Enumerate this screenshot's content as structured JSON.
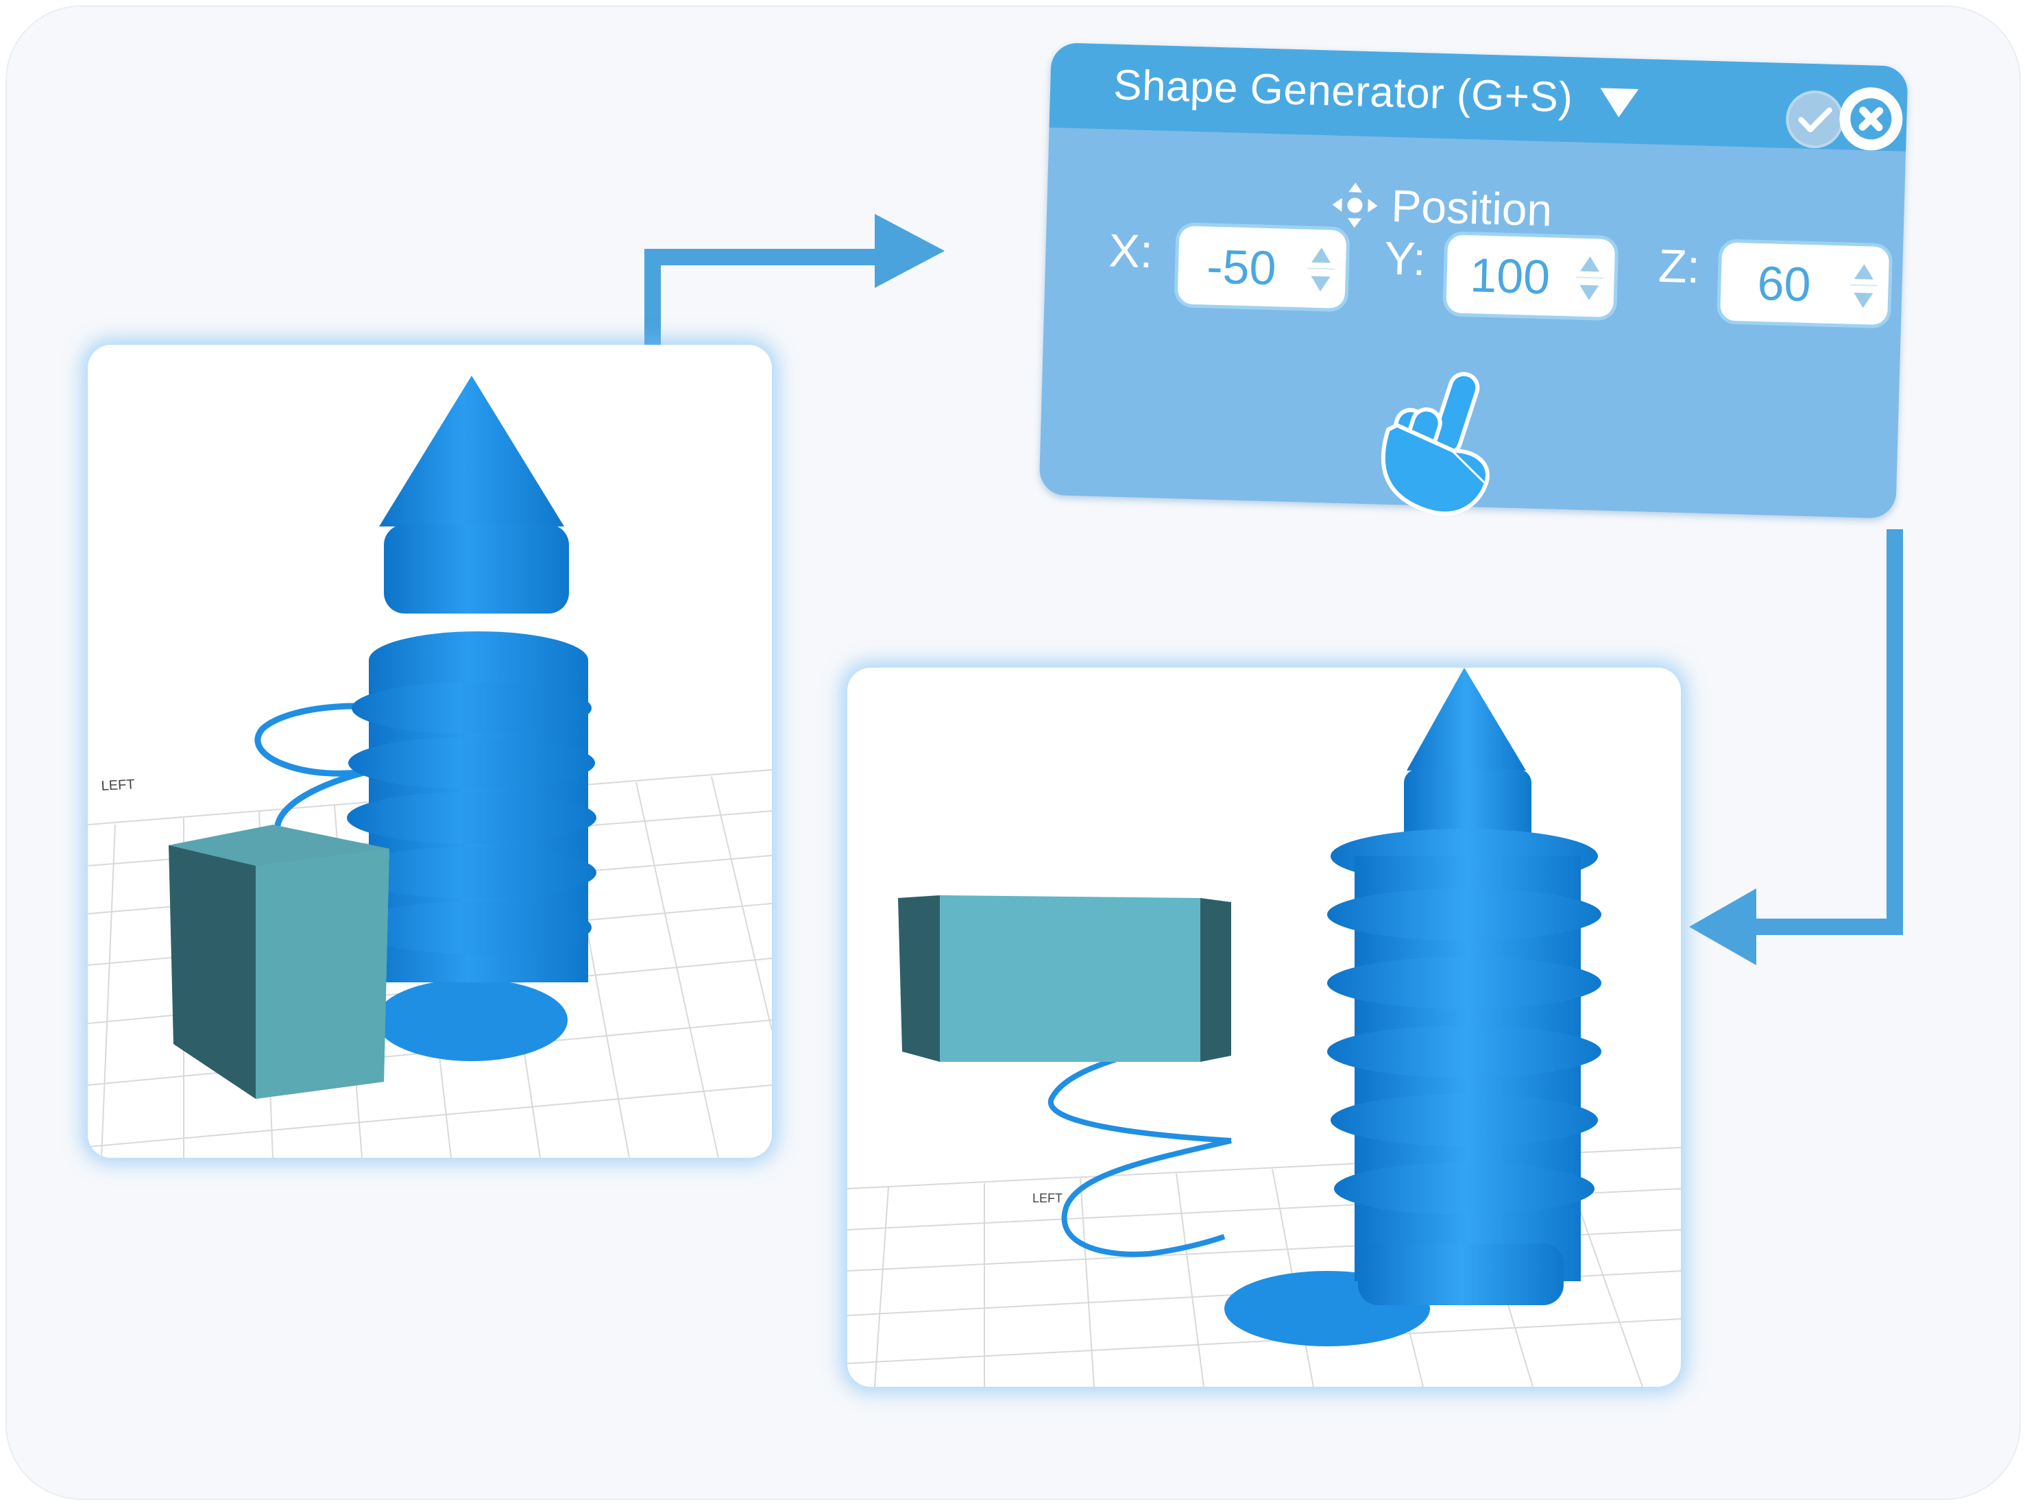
{
  "panel": {
    "title": "Shape Generator (G+S)",
    "section": "Position",
    "fields": [
      {
        "label": "X:",
        "value": "-50"
      },
      {
        "label": "Y:",
        "value": "100"
      },
      {
        "label": "Z:",
        "value": "60"
      }
    ]
  },
  "icons": {
    "dropdown": "triangle-down-icon",
    "confirm": "check-icon",
    "close": "close-icon",
    "section": "move-icon",
    "cursor": "hand-pointer-icon"
  },
  "viewport_before": {
    "axis_text": "LEFT"
  },
  "viewport_after": {
    "axis_text": "LEFT"
  },
  "colors": {
    "accent": "#4ba9e2",
    "panel": "#7fbbe8",
    "model_blue": "#1a8fe6",
    "prism": "#5aa9b3",
    "prism_dark": "#2e5f69",
    "arrow": "#4aa3dd"
  }
}
